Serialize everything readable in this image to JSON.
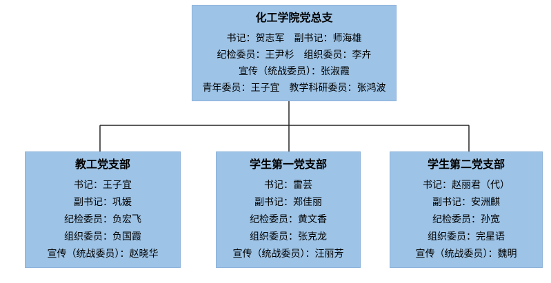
{
  "palette": {
    "box_fill": "#9DC3E6",
    "box_border": "#8AB0D8",
    "connector_color": "#262626",
    "text_color": "#000000",
    "background": "#FFFFFF"
  },
  "org_chart": {
    "type": "org-tree",
    "root": {
      "title": "化工学院党总支",
      "lines": [
        "书记：贺志军　副书记：师海雄",
        "纪检委员：王尹杉　组织委员：李卉",
        "宣传（统战委员）：张淑霞",
        "青年委员：王子宜　教学科研委员：张鸿波"
      ]
    },
    "children": [
      {
        "title": "教工党支部",
        "lines": [
          "书记：王子宜",
          "副书记：巩媛",
          "纪检委员：负宏飞",
          "组织委员：负国霞",
          "宣传（统战委员）：赵晓华"
        ]
      },
      {
        "title": "学生第一党支部",
        "lines": [
          "书记：雷芸",
          "副书记：郑佳丽",
          "纪检委员：黄文香",
          "组织委员：张克龙",
          "宣传（统战委员）：汪丽芳"
        ]
      },
      {
        "title": "学生第二党支部",
        "lines": [
          "书记：赵丽君（代）",
          "副书记：安洲麒",
          "纪检委员：孙宽",
          "组织委员：完星语",
          "宣传（统战委员）：魏明"
        ]
      }
    ]
  }
}
